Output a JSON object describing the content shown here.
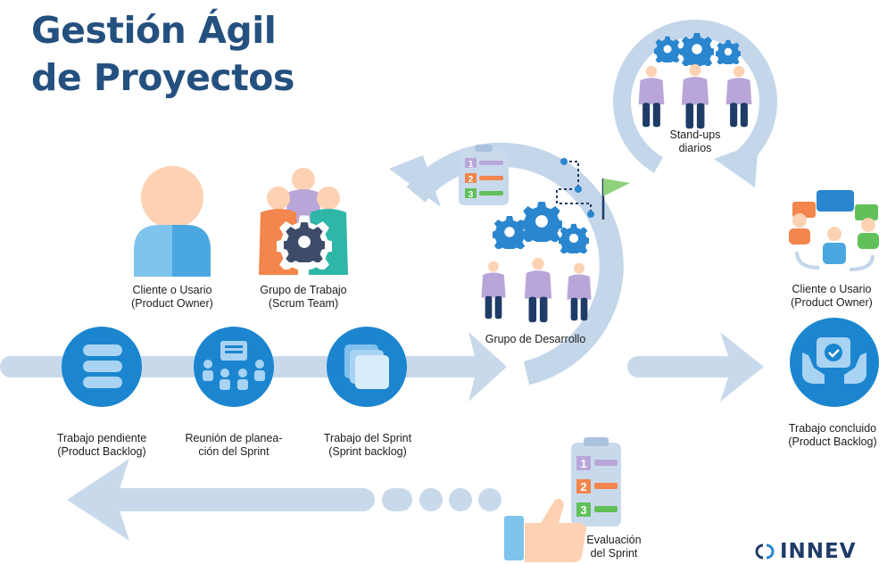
{
  "title": {
    "line1": "Gestión Ágil",
    "line2": "de Proyectos"
  },
  "labels": {
    "client_top": [
      "Cliente o Usario",
      "(Product Owner)"
    ],
    "scrum_team": [
      "Grupo de Trabajo",
      "(Scrum Team)"
    ],
    "dev_group": "Grupo de Desarrollo",
    "standups": [
      "Stand-ups",
      "diarios"
    ],
    "client_right": [
      "Cliente o Usario",
      "(Product Owner)"
    ],
    "backlog": [
      "Trabajo pendiente",
      "(Product Backlog)"
    ],
    "planning": [
      "Reunión de planea-",
      "ción del Sprint"
    ],
    "sprint_backlog": [
      "Trabajo del Sprint",
      "(Sprint backlog)"
    ],
    "done": [
      "Trabajo concluido",
      "(Product Backlog)"
    ],
    "review": [
      "Evaluación",
      "del Sprint"
    ]
  },
  "checklist_numbers": [
    "1",
    "2",
    "3"
  ],
  "logo": {
    "text": "INNEV"
  },
  "icons": [
    "person-icon",
    "team-gear-icon",
    "database-icon",
    "meeting-icon",
    "stack-icon",
    "checklist-icon",
    "gears-icon",
    "flag-path-icon",
    "thumbs-up-icon",
    "approved-hands-icon",
    "chat-team-icon"
  ],
  "colors": {
    "title": "#24507f",
    "flow_arrow": "#c9d9ec",
    "loop_arrow": "#c4d6ea",
    "circle_blue": "#1b86cf",
    "gear_blue": "#2a86cf",
    "person_purple": "#b9a6d9",
    "dark_navy": "#1f3c66",
    "orange": "#f2864c",
    "green": "#61c05a",
    "skin": "#fcd2b3"
  }
}
